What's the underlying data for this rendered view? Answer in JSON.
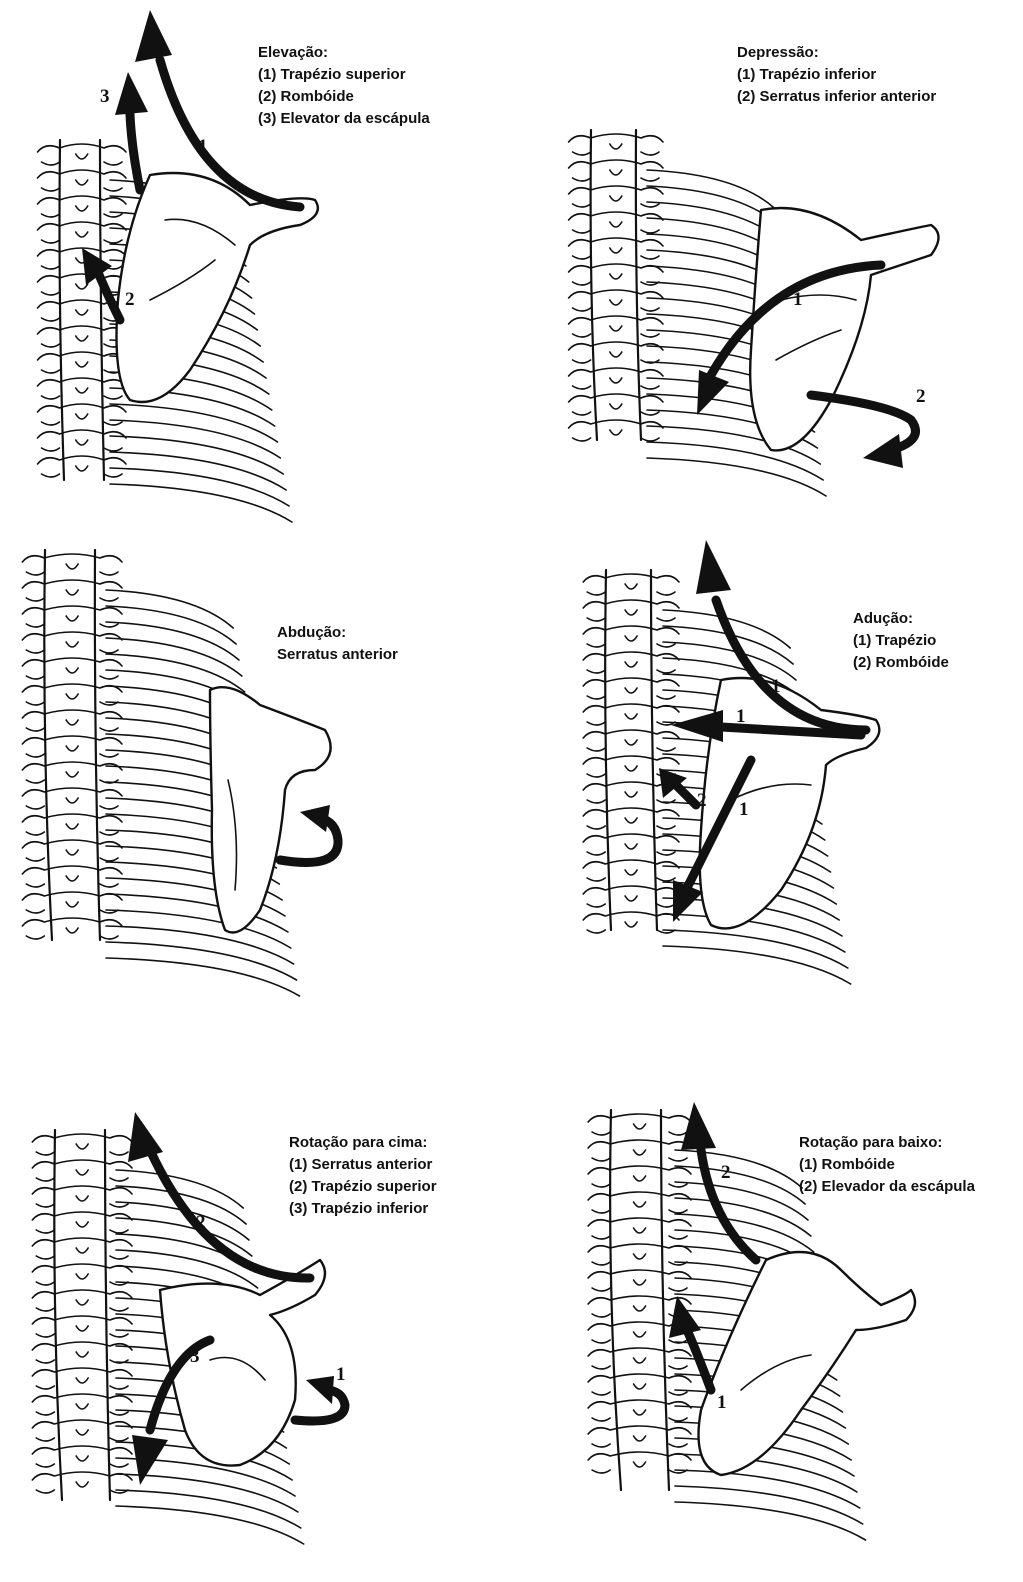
{
  "panels": [
    {
      "title": "Elevação:",
      "items": [
        "(1) Trapézio superior",
        "(2) Rombóide",
        "(3) Elevator da escápula"
      ],
      "arrow_numbers": [
        "3",
        "1",
        "2"
      ]
    },
    {
      "title": "Depressão:",
      "items": [
        "(1) Trapézio inferior",
        "(2) Serratus inferior anterior"
      ],
      "arrow_numbers": [
        "1",
        "2"
      ]
    },
    {
      "title": "Abdução:",
      "items": [
        "Serratus anterior"
      ],
      "arrow_numbers": []
    },
    {
      "title": "Adução:",
      "items": [
        "(1) Trapézio",
        "(2) Rombóide"
      ],
      "arrow_numbers": [
        "1",
        "1",
        "1",
        "2"
      ]
    },
    {
      "title": "Rotação para cima:",
      "items": [
        "(1) Serratus anterior",
        "(2) Trapézio superior",
        "(3) Trapézio inferior"
      ],
      "arrow_numbers": [
        "2",
        "3",
        "1"
      ]
    },
    {
      "title": "Rotação para baixo:",
      "items": [
        "(1) Rombóide",
        "(2) Elevador da escápula"
      ],
      "arrow_numbers": [
        "2",
        "1"
      ]
    }
  ]
}
